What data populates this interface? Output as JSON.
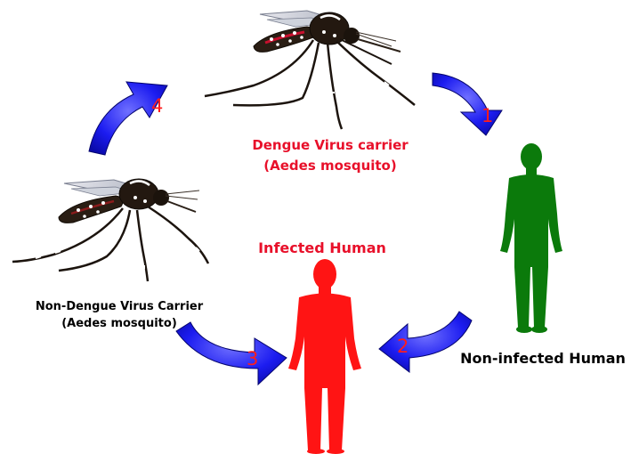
{
  "diagram": {
    "nodes": {
      "carrier": {
        "line1": "Dengue Virus carrier",
        "line2": "(Aedes mosquito)",
        "color": "#e8102a"
      },
      "non_infected": {
        "label": "Non-infected Human",
        "color": "#0b7a0b"
      },
      "infected": {
        "label": "Infected Human",
        "color": "#ff1414"
      },
      "non_carrier": {
        "line1": "Non-Dengue Virus Carrier",
        "line2": "(Aedes mosquito)"
      }
    },
    "steps": [
      "1",
      "2",
      "3",
      "4"
    ],
    "arrow_color": "#1c1cf0"
  }
}
